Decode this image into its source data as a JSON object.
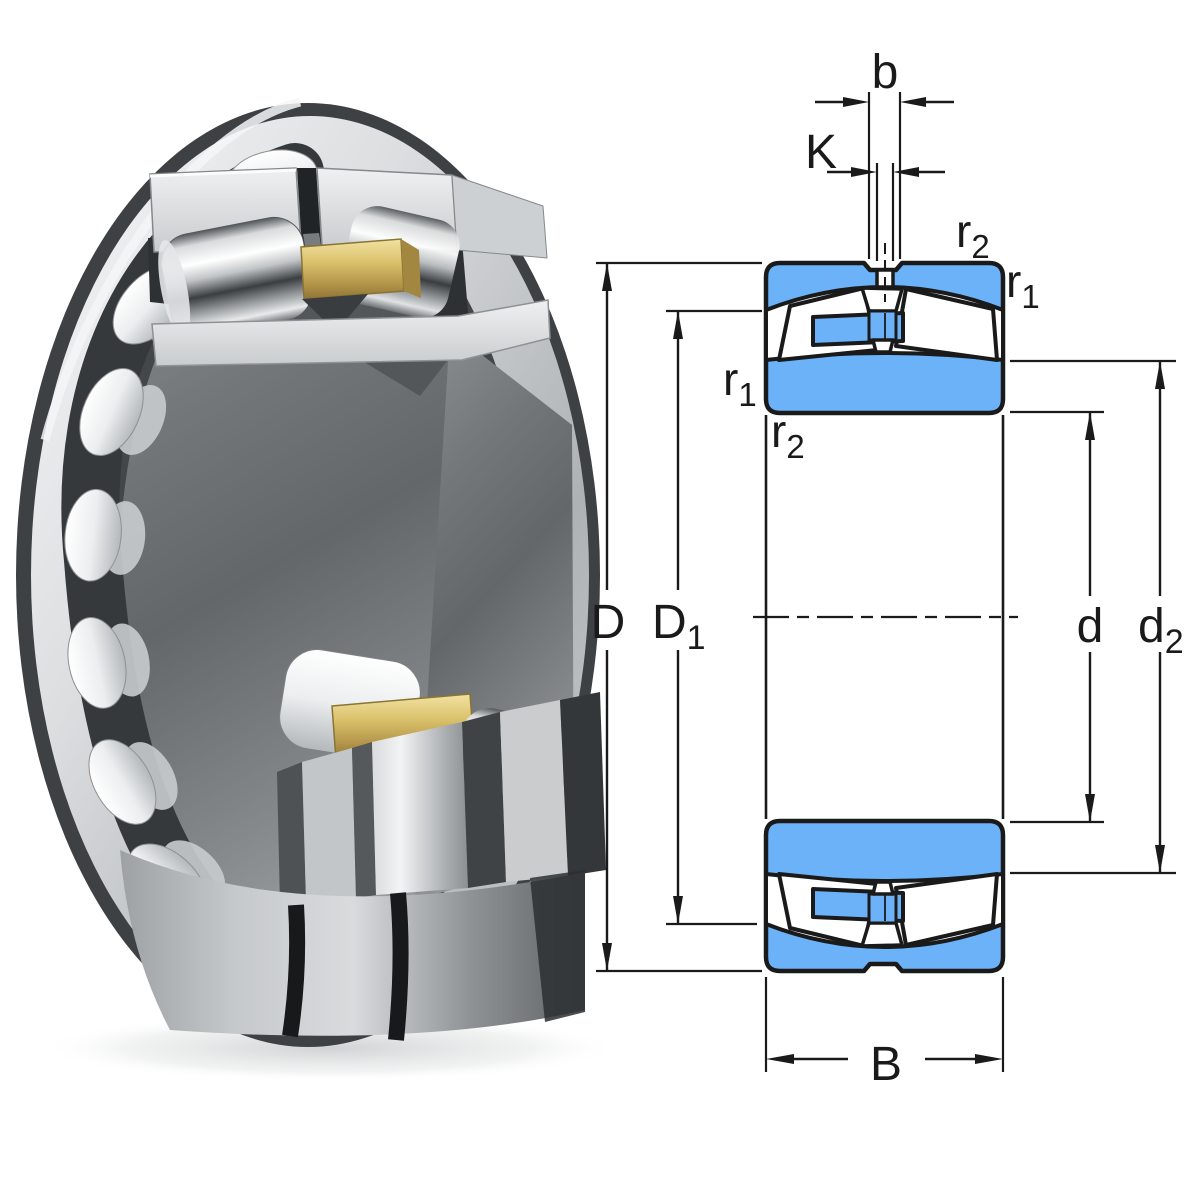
{
  "diagram": {
    "title_hint": "spherical-roller-bearing-cross-section",
    "labels": {
      "b": "b",
      "K": "K",
      "B": "B",
      "D": "D",
      "D1": {
        "base": "D",
        "sub": "1"
      },
      "d": "d",
      "d2": {
        "base": "d",
        "sub": "2"
      },
      "r1": {
        "base": "r",
        "sub": "1"
      },
      "r2": {
        "base": "r",
        "sub": "2"
      }
    },
    "colors": {
      "section_fill": "#6cb2f8",
      "outline": "#1a1a1a",
      "background": "#ffffff",
      "brass": "#d2b766",
      "steel_light": "#e9ebec",
      "steel_dark": "#55595c"
    }
  }
}
